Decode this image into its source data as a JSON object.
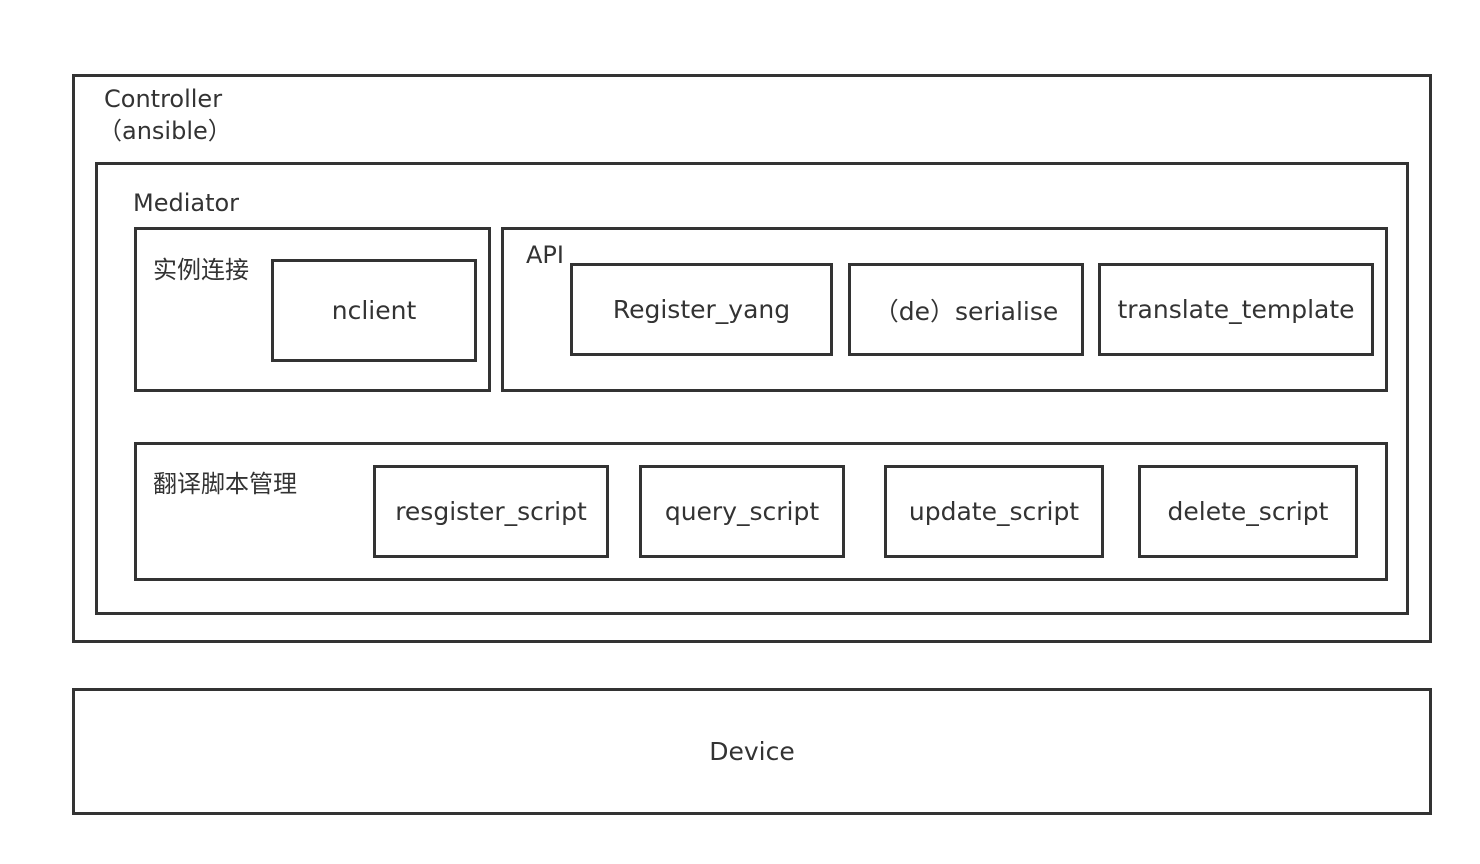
{
  "controller": {
    "title_line1": "Controller",
    "title_line2": "（ansible）"
  },
  "mediator": {
    "title": "Mediator"
  },
  "connection": {
    "title": "实例连接",
    "nclient": "nclient"
  },
  "api": {
    "title": "API",
    "items": [
      "Register_yang",
      "（de）serialise",
      "translate_template"
    ]
  },
  "scripts": {
    "title": "翻译脚本管理",
    "items": [
      "resgister_script",
      "query_script",
      "update_script",
      "delete_script"
    ]
  },
  "device": {
    "label": "Device"
  }
}
